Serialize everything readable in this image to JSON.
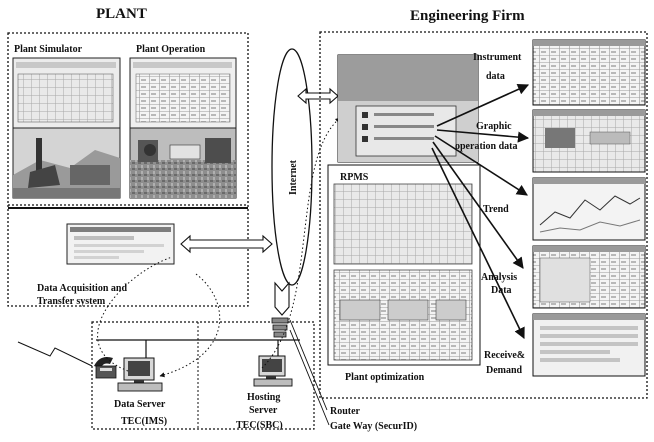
{
  "titles": {
    "plant": "PLANT",
    "engineering": "Engineering  Firm"
  },
  "plant": {
    "simulator_label": "Plant Simulator",
    "operation_label": "Plant Operation",
    "daq_label_line1": "Data Acquisition and",
    "daq_label_line2": "Transfer system"
  },
  "network": {
    "internet_label": "Internet",
    "data_server_label": "Data Server",
    "data_server_tag": "TEC(IMS)",
    "hosting_label_line1": "Hosting",
    "hosting_label_line2": "Server",
    "hosting_tag": "TEC(SBC)",
    "router_label": "Router",
    "gateway_label": "Gate Way (SecurID)"
  },
  "engineering": {
    "rpms_label": "RPMS",
    "optimization_label": "Plant optimization",
    "outputs": [
      {
        "line1": "Instrument",
        "line2": "data"
      },
      {
        "line1": "Graphic",
        "line2": "operation data"
      },
      {
        "line1": "Trend",
        "line2": ""
      },
      {
        "line1": "Analysis",
        "line2": "Data"
      },
      {
        "line1": "Receive&",
        "line2": "Demand"
      }
    ]
  },
  "colors": {
    "ink": "#111111",
    "screen_gray": "#cfcfcf",
    "screen_dark": "#7a7a7a",
    "paper": "#ffffff"
  }
}
